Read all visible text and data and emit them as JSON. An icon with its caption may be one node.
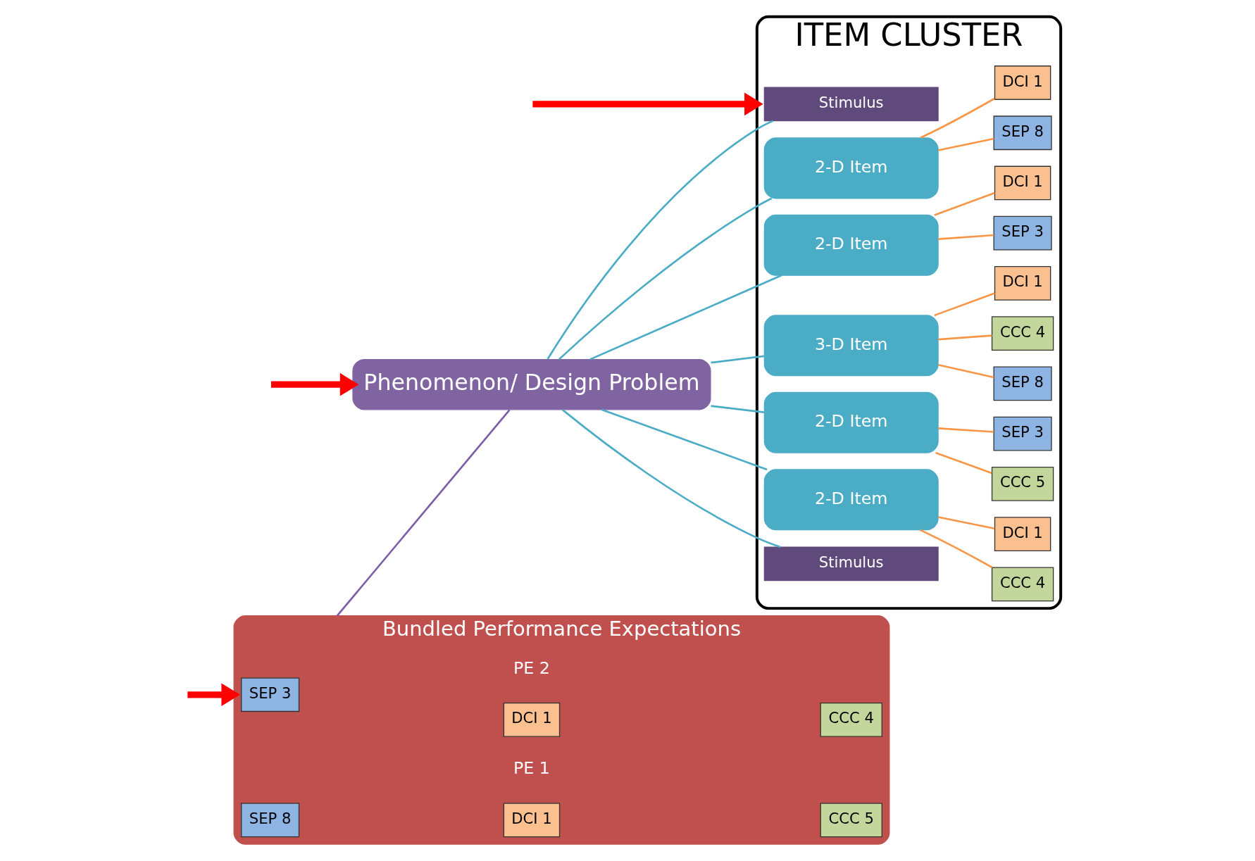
{
  "diagram": {
    "nodes": [
      {
        "text": [
          "Bundled Performance Expectations"
        ]
      },
      {
        "text": [
          "SEP 3"
        ],
        "in": 0
      },
      {
        "text": [
          "DCI 1"
        ],
        "in": 0
      },
      {
        "text": [
          "CCC 4"
        ],
        "in": 0
      },
      {
        "text": [
          "SEP 8"
        ],
        "in": 0
      },
      {
        "text": [
          "DCI 1"
        ],
        "in": 0
      },
      {
        "text": [
          "CCC 5"
        ],
        "in": 0
      },
      {
        "text": [
          "Phenomenon/ Design Problem"
        ]
      },
      {
        "text": [
          "ITEM CLUSTER"
        ]
      },
      {
        "text": [
          "Stimulus"
        ],
        "in": 8
      },
      {
        "text": [
          "2-D Item"
        ],
        "in": 8
      },
      {
        "text": [
          "DCI 1"
        ],
        "in": 8
      },
      {
        "text": [
          "SEP 3"
        ],
        "in": 8
      },
      {
        "text": [
          "2-D Item"
        ],
        "in": 8
      },
      {
        "text": [
          "DCI 1"
        ],
        "in": 8
      },
      {
        "text": [
          "SEP 8"
        ],
        "in": 8
      },
      {
        "text": [
          "Stimulus"
        ],
        "in": 8
      },
      {
        "text": [
          "2-D Item"
        ],
        "in": 8
      },
      {
        "text": [
          "DCI 1"
        ],
        "in": 8
      },
      {
        "text": [
          "CCC 4"
        ],
        "in": 8
      },
      {
        "text": [
          "2-D Item"
        ],
        "in": 8
      },
      {
        "text": [
          "SEP 3"
        ],
        "in": 8
      },
      {
        "text": [
          "CCC 5"
        ],
        "in": 8
      },
      {
        "text": [
          "3-D Item"
        ],
        "in": 8
      },
      {
        "text": [
          "DCI 1"
        ],
        "in": 8
      },
      {
        "text": [
          "SEP 8"
        ],
        "in": 8
      },
      {
        "text": [
          "CCC 4"
        ],
        "in": 8
      }
    ],
    "edges": [
      {
        "from": 0,
        "to": 7,
        "arrow": "none",
        "color": "#7b5ea7"
      },
      {
        "from": 7,
        "to": 9,
        "arrow": "none",
        "color": "#4bacc6"
      },
      {
        "from": 7,
        "to": 10,
        "arrow": "none",
        "color": "#4bacc6"
      },
      {
        "from": 7,
        "to": 13,
        "arrow": "none",
        "color": "#4bacc6"
      },
      {
        "from": 7,
        "to": 16,
        "arrow": "none",
        "color": "#4bacc6"
      },
      {
        "from": 7,
        "to": 17,
        "arrow": "none",
        "color": "#4bacc6"
      },
      {
        "from": 7,
        "to": 20,
        "arrow": "none",
        "color": "#4bacc6"
      },
      {
        "from": 7,
        "to": 23,
        "arrow": "none",
        "color": "#4bacc6"
      },
      {
        "from": 10,
        "to": 11,
        "arrow": "none"
      },
      {
        "from": 10,
        "to": 12,
        "arrow": "none"
      },
      {
        "from": 13,
        "to": 14,
        "arrow": "none"
      },
      {
        "from": 13,
        "to": 15,
        "arrow": "none"
      },
      {
        "from": 17,
        "to": 18,
        "arrow": "none"
      },
      {
        "from": 17,
        "to": 19,
        "arrow": "none"
      },
      {
        "from": 20,
        "to": 21,
        "arrow": "none"
      },
      {
        "from": 20,
        "to": 22,
        "arrow": "none"
      },
      {
        "from": 23,
        "to": 24,
        "arrow": "none"
      },
      {
        "from": 23,
        "to": 25,
        "arrow": "none"
      },
      {
        "from": 23,
        "to": 26,
        "arrow": "none"
      },
      {
        "from": null,
        "to": 0,
        "arrow": "to",
        "style": "thick",
        "color": "#ff0000"
      },
      {
        "from": null,
        "to": 7,
        "arrow": "to",
        "style": "thick",
        "color": "#ff0000"
      },
      {
        "from": null,
        "to": 8,
        "arrow": "to",
        "style": "thick",
        "color": "#ff0000"
      }
    ],
    "labels": [
      "PE 1",
      "PE 2"
    ]
  }
}
